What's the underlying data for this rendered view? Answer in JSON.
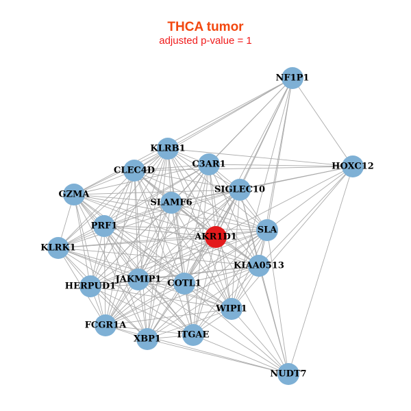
{
  "title": "THCA tumor",
  "subtitle": "adjusted p-value = 1",
  "colors": {
    "node": "#7eb0d5",
    "highlight": "#e31a1c",
    "edge": "#aaaaaa"
  },
  "nodes": [
    {
      "id": "NF1P1"
    },
    {
      "id": "HOXC12"
    },
    {
      "id": "KLRB1"
    },
    {
      "id": "C3AR1"
    },
    {
      "id": "CLEC4D"
    },
    {
      "id": "SIGLEC10"
    },
    {
      "id": "GZMA"
    },
    {
      "id": "SLAMF6"
    },
    {
      "id": "PRF1"
    },
    {
      "id": "AKR1D1",
      "highlight": true
    },
    {
      "id": "SLA"
    },
    {
      "id": "KLRK1"
    },
    {
      "id": "KIAA0513"
    },
    {
      "id": "HERPUD1"
    },
    {
      "id": "JAKMIP1"
    },
    {
      "id": "COTL1"
    },
    {
      "id": "WIPI1"
    },
    {
      "id": "FCGR1A"
    },
    {
      "id": "XBP1"
    },
    {
      "id": "ITGAE"
    },
    {
      "id": "NUDT7"
    }
  ],
  "clique": [
    "KLRB1",
    "C3AR1",
    "CLEC4D",
    "SIGLEC10",
    "GZMA",
    "SLAMF6",
    "PRF1",
    "AKR1D1",
    "SLA",
    "KLRK1",
    "KIAA0513",
    "HERPUD1",
    "JAKMIP1",
    "COTL1",
    "WIPI1",
    "FCGR1A",
    "XBP1",
    "ITGAE"
  ],
  "edges": [
    [
      "NF1P1",
      "KLRB1"
    ],
    [
      "NF1P1",
      "C3AR1"
    ],
    [
      "NF1P1",
      "CLEC4D"
    ],
    [
      "NF1P1",
      "GZMA"
    ],
    [
      "NF1P1",
      "SIGLEC10"
    ],
    [
      "NF1P1",
      "SLA"
    ],
    [
      "NF1P1",
      "HOXC12"
    ],
    [
      "NF1P1",
      "KIAA0513"
    ],
    [
      "NF1P1",
      "AKR1D1"
    ],
    [
      "NF1P1",
      "WIPI1"
    ],
    [
      "NF1P1",
      "SLAMF6"
    ],
    [
      "NF1P1",
      "COTL1"
    ],
    [
      "HOXC12",
      "KLRB1"
    ],
    [
      "HOXC12",
      "C3AR1"
    ],
    [
      "HOXC12",
      "SIGLEC10"
    ],
    [
      "HOXC12",
      "SLA"
    ],
    [
      "HOXC12",
      "KIAA0513"
    ],
    [
      "HOXC12",
      "WIPI1"
    ],
    [
      "HOXC12",
      "NUDT7"
    ],
    [
      "HOXC12",
      "AKR1D1"
    ],
    [
      "HOXC12",
      "SLAMF6"
    ],
    [
      "HOXC12",
      "CLEC4D"
    ],
    [
      "NUDT7",
      "SLA"
    ],
    [
      "NUDT7",
      "KIAA0513"
    ],
    [
      "NUDT7",
      "WIPI1"
    ],
    [
      "NUDT7",
      "ITGAE"
    ],
    [
      "NUDT7",
      "XBP1"
    ],
    [
      "NUDT7",
      "COTL1"
    ],
    [
      "NUDT7",
      "FCGR1A"
    ],
    [
      "NUDT7",
      "JAKMIP1"
    ],
    [
      "NUDT7",
      "SIGLEC10"
    ],
    [
      "NUDT7",
      "AKR1D1"
    ]
  ]
}
